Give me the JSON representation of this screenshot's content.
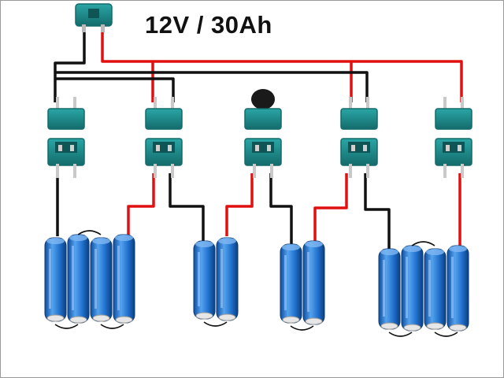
{
  "title": "12V / 30Ah",
  "connector_columns": 5,
  "packs": [
    {
      "cells": 4
    },
    {
      "cells": 2
    },
    {
      "cells": 2
    },
    {
      "cells": 4
    }
  ],
  "colors": {
    "connector_body": "#1f8f8f",
    "connector_dark": "#146b6b",
    "wire_positive": "#e01010",
    "wire_negative": "#111111",
    "cell_blue": "#1f6fcc",
    "cell_light": "#55a3ee",
    "frame": "#9a9a9a"
  }
}
